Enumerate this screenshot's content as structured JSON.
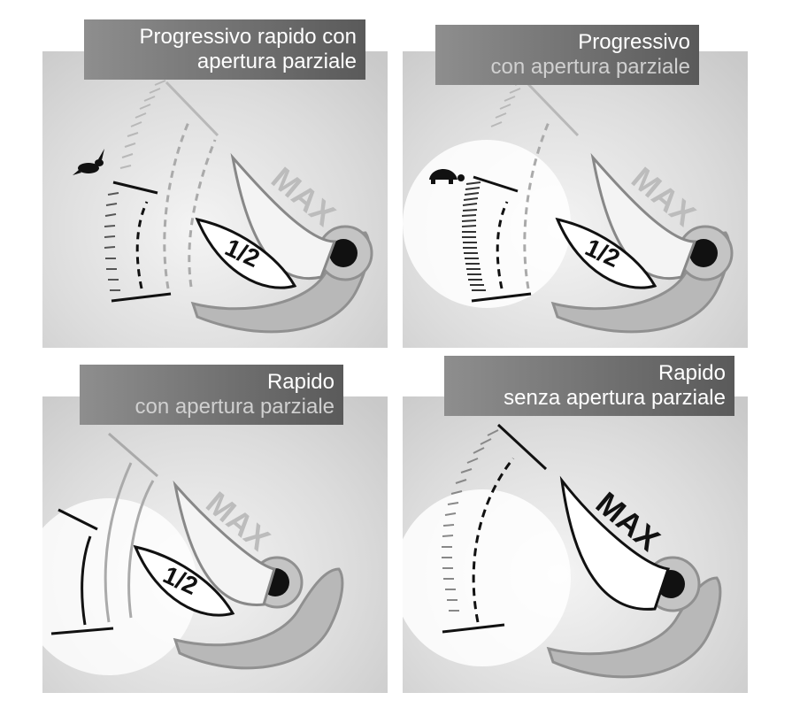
{
  "panels": [
    {
      "id": "p1",
      "title_line1": "Progressivo rapido con",
      "title_line2": "apertura parziale",
      "icon": "hare-icon",
      "label_max": "MAX",
      "label_half": "1/2"
    },
    {
      "id": "p2",
      "title_line1": "Progressivo",
      "title_line2": "con apertura parziale",
      "icon": "tortoise-icon",
      "label_max": "MAX",
      "label_half": "1/2"
    },
    {
      "id": "p3",
      "title_line1": "Rapido",
      "title_line2": "con apertura parziale",
      "label_max": "MAX",
      "label_half": "1/2"
    },
    {
      "id": "p4",
      "title_line1": "Rapido",
      "title_line2": "senza apertura parziale",
      "label_max": "MAX"
    }
  ],
  "colors": {
    "banner": "#6a6a6a",
    "light_mark": "#b0b0b0",
    "dark_mark": "#111111",
    "lever": "#b8b8b8"
  }
}
